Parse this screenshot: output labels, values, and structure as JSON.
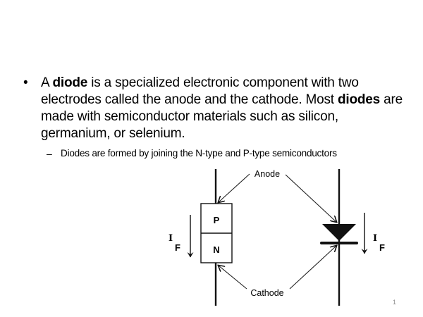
{
  "slide": {
    "bullet": {
      "marker": "•",
      "segments": [
        {
          "text": "A ",
          "bold": false
        },
        {
          "text": "diode",
          "bold": true
        },
        {
          "text": " is a specialized electronic component with two electrodes called the anode and the cathode. Most ",
          "bold": false
        },
        {
          "text": "diodes",
          "bold": true
        },
        {
          "text": " are made with semiconductor materials such as silicon, germanium, or selenium.",
          "bold": false
        }
      ]
    },
    "sub_bullet": {
      "marker": "–",
      "text": "Diodes are formed by joining the N-type and P-type semiconductors"
    },
    "diagram": {
      "anode_label": "Anode",
      "cathode_label": "Cathode",
      "p_label": "P",
      "n_label": "N",
      "current_symbol": "I",
      "current_subscript": "F"
    },
    "page_number": "1"
  }
}
